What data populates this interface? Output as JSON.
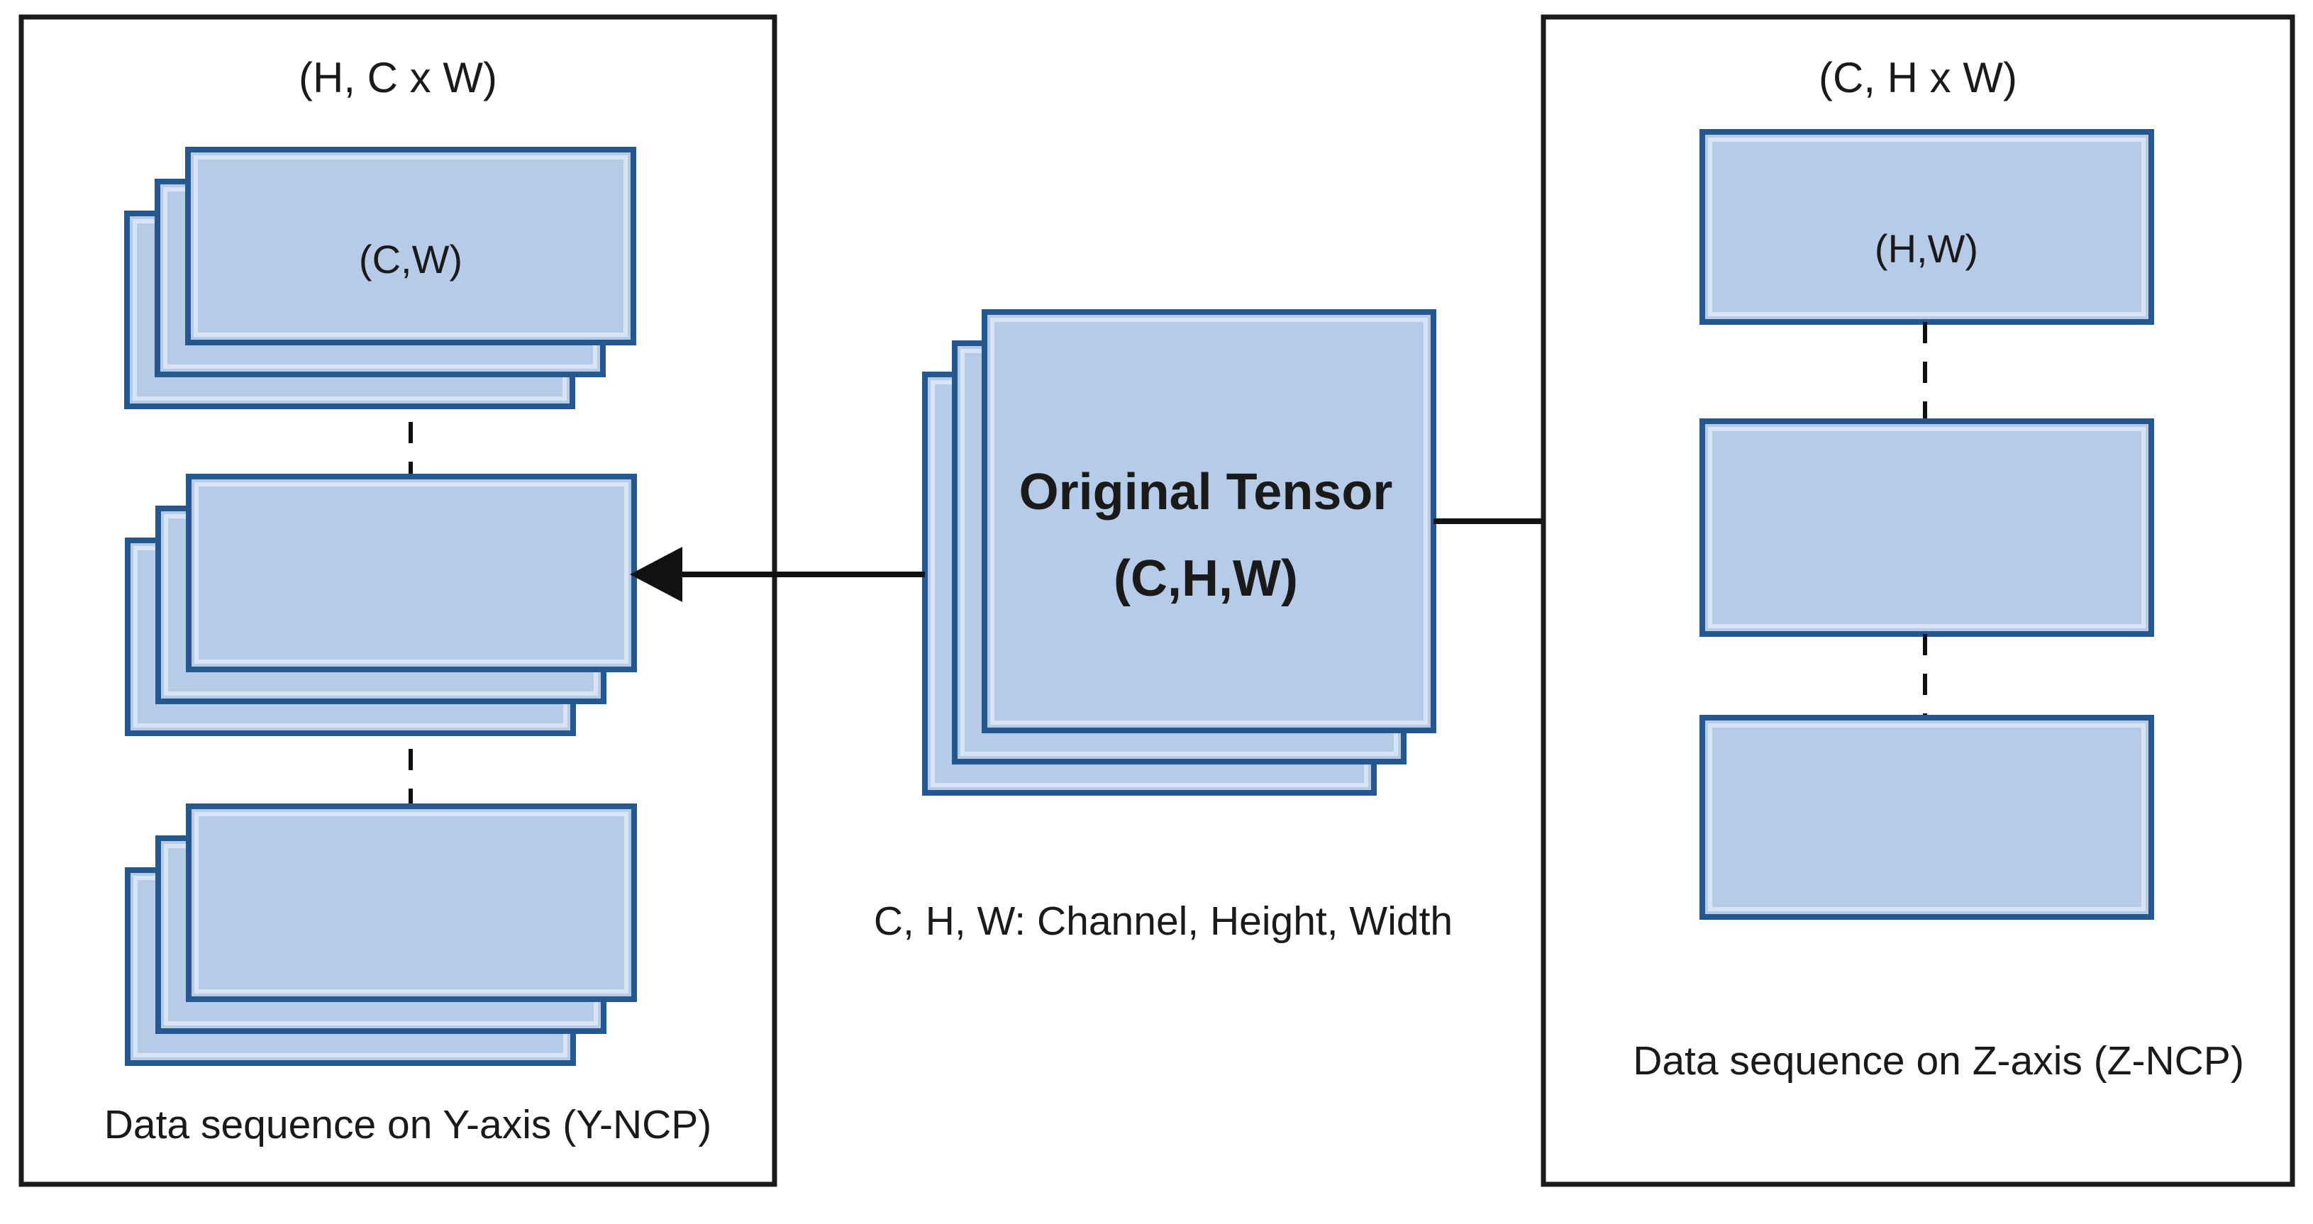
{
  "diagram": {
    "left_panel": {
      "title": "(H, C x W)",
      "slice_label": "(C,W)",
      "caption": "Data sequence on Y-axis (Y-NCP)"
    },
    "center": {
      "tensor_line1": "Original Tensor",
      "tensor_line2": "(C,H,W)",
      "legend": "C, H, W: Channel, Height, Width"
    },
    "right_panel": {
      "title": "(C, H x W)",
      "slice_label": "(H,W)",
      "caption": "Data sequence on Z-axis (Z-NCP)"
    }
  },
  "colors": {
    "box_fill": "#b6cbe7",
    "box_fill_light": "#dce7f5",
    "box_stroke": "#25588f",
    "panel_stroke": "#1a1a1a",
    "connector": "#111111",
    "text": "#1a1a1a"
  }
}
